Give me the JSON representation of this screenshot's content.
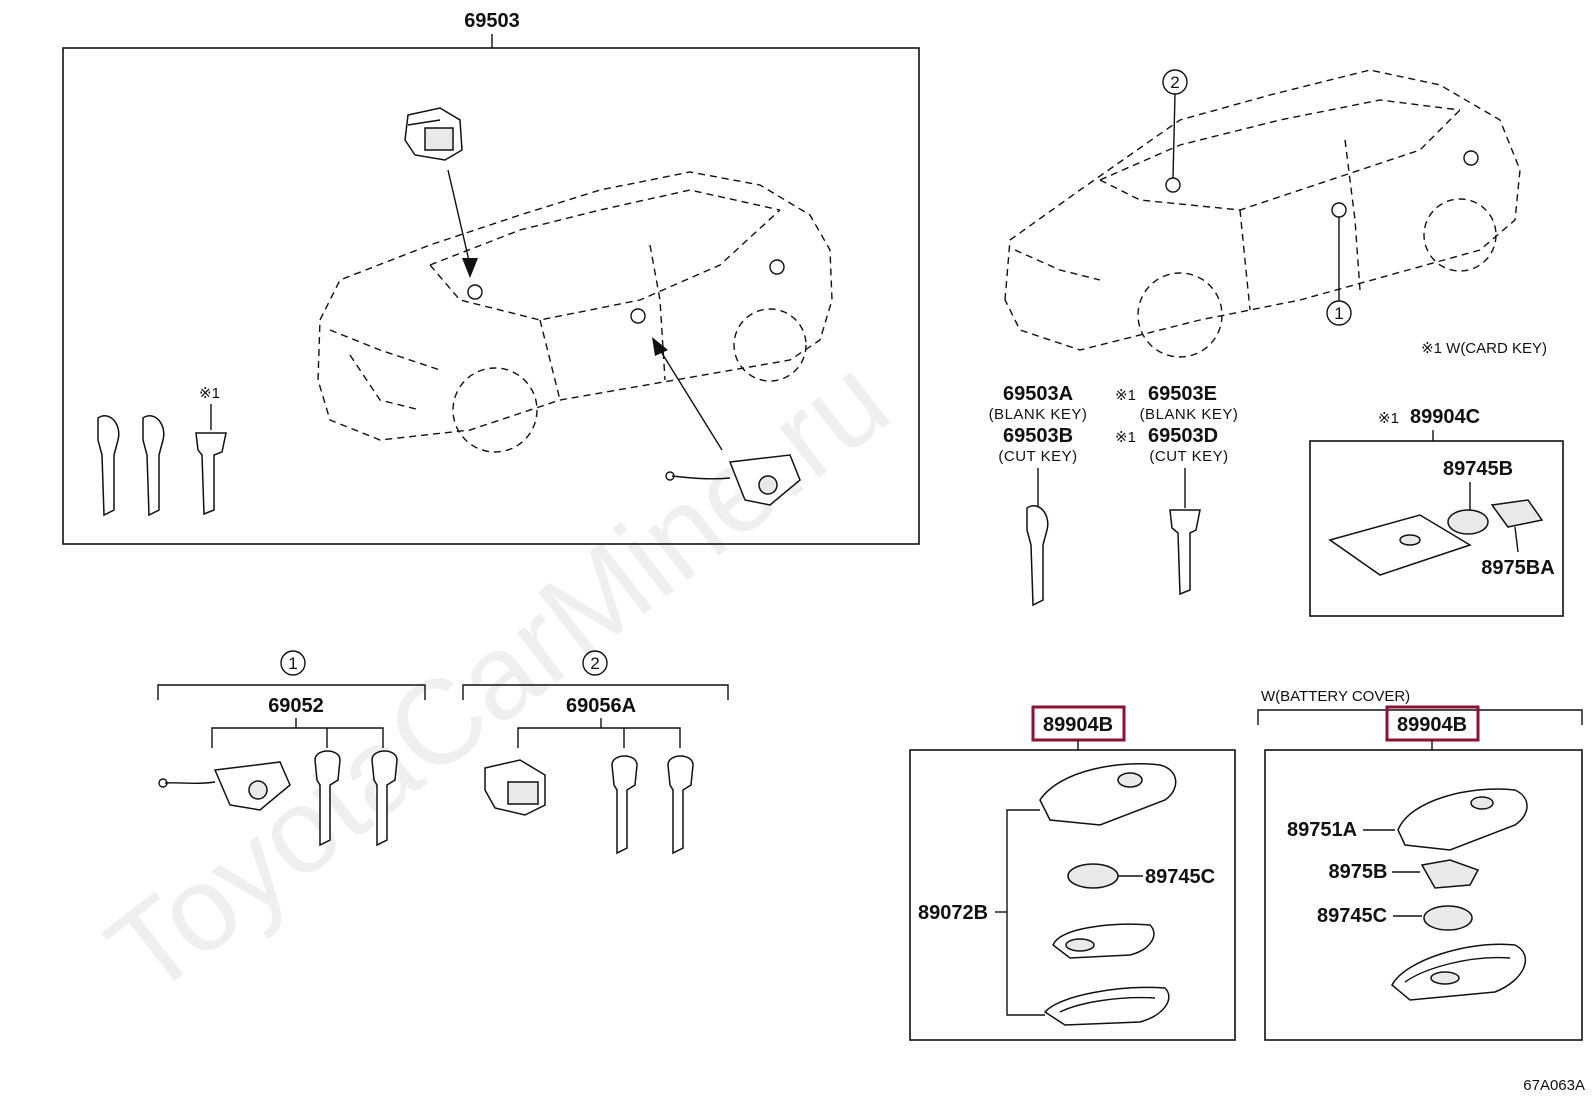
{
  "labels": {
    "main_assembly": "69503",
    "note_mark_1": "※1",
    "card_key_note": "※1 W(CARD KEY)",
    "key_a": "69503A",
    "key_a_sub": "(BLANK KEY)",
    "key_b": "69503B",
    "key_b_sub": "(CUT KEY)",
    "key_e_mark": "※1",
    "key_e": "69503E",
    "key_e_sub": "(BLANK KEY)",
    "key_d_mark": "※1",
    "key_d": "69503D",
    "key_d_sub": "(CUT KEY)",
    "card_assembly_mark": "※1",
    "card_assembly": "89904C",
    "card_battery": "89745B",
    "card_part": "8975BA",
    "group1_circle": "1",
    "group1_part": "69052",
    "group2_circle": "2",
    "group2_part": "69056A",
    "car_circle_1": "1",
    "car_circle_2": "2",
    "battery_cover_note": "W(BATTERY COVER)",
    "transmitter_left": "89904B",
    "transmitter_left_housing": "89072B",
    "transmitter_left_battery": "89745C",
    "transmitter_right": "89904B",
    "transmitter_right_cover": "89751A",
    "transmitter_right_part": "8975B",
    "transmitter_right_battery": "89745C",
    "diagram_code": "67A063A",
    "watermark": "ToyotaCarMine.ru"
  },
  "colors": {
    "highlight": "#8b1230",
    "line": "#111111"
  }
}
